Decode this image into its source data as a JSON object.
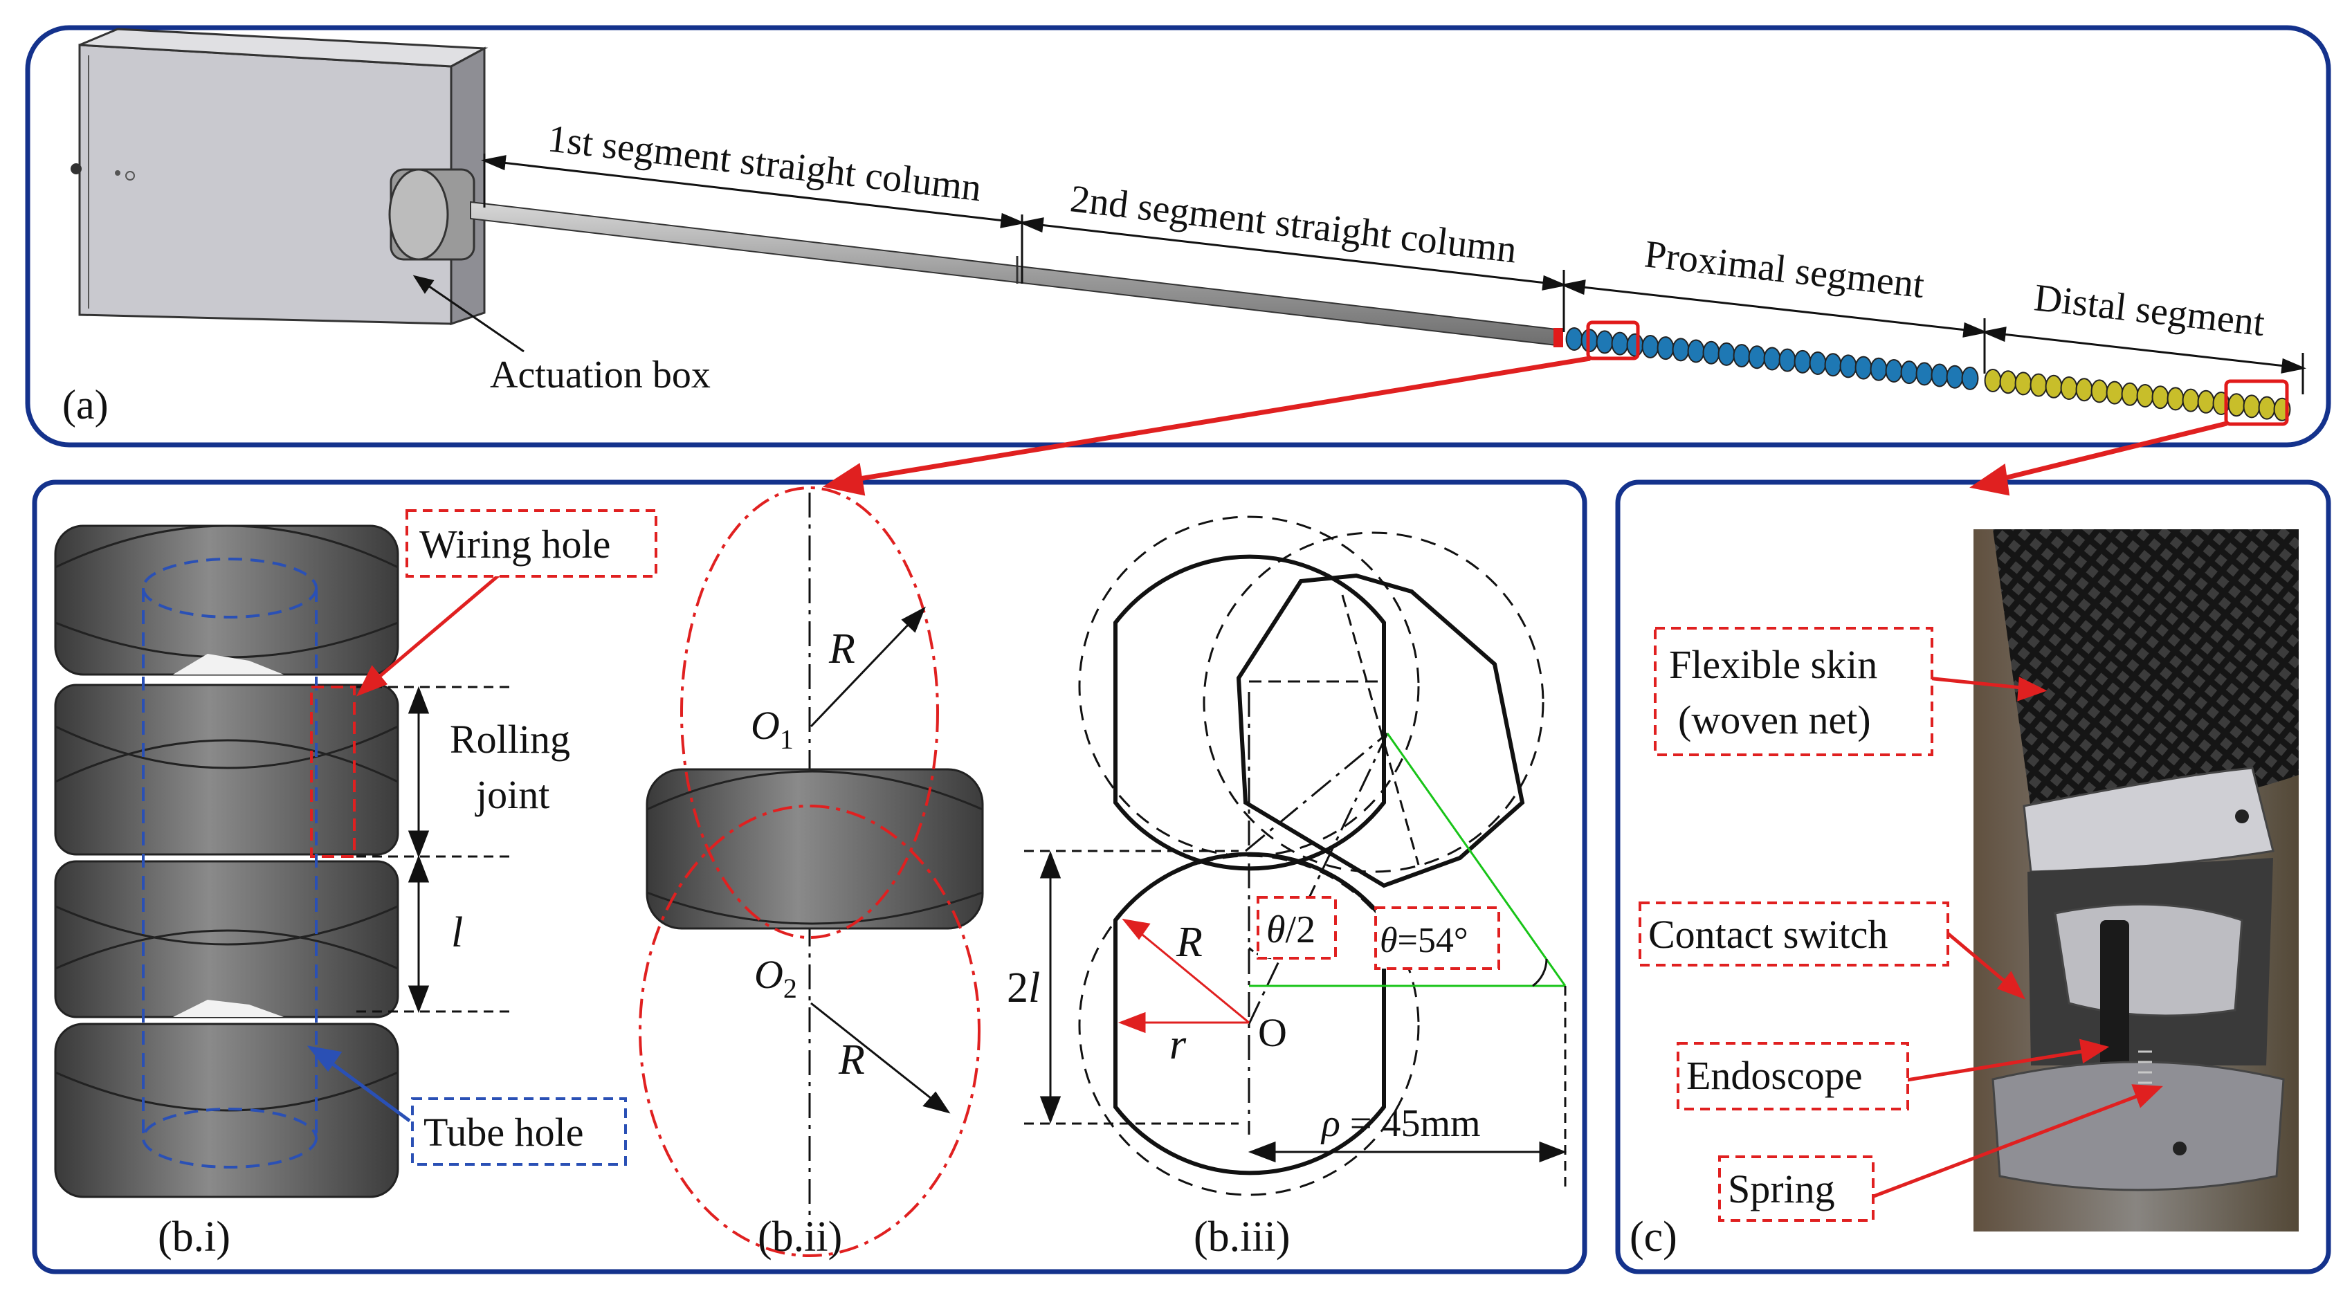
{
  "colors": {
    "frame": "#14328c",
    "highlight": "#e11a1a",
    "callout_red": "#e02020",
    "callout_blue": "#2a50b5",
    "proximal_joint": "#1e78b4",
    "distal_joint": "#c8be2a",
    "guide_green": "#18c418"
  },
  "panel_a": {
    "tag": "(a)",
    "actuation_box": "Actuation box",
    "seg1": "1st segment straight column",
    "seg2": "2nd segment straight column",
    "proximal": "Proximal segment",
    "distal": "Distal segment"
  },
  "panel_b": {
    "tag_i": "(b.i)",
    "tag_ii": "(b.ii)",
    "tag_iii": "(b.iii)",
    "wiring_hole": "Wiring hole",
    "rolling_joint_1": "Rolling",
    "rolling_joint_2": "joint",
    "length_l": "l",
    "tube_hole": "Tube hole",
    "R": "R",
    "O1": "O",
    "O1_sub": "1",
    "O2": "O",
    "O2_sub": "2",
    "theta_half_theta": "θ",
    "theta_half_rest": "/2",
    "theta_eq_theta": "θ",
    "theta_eq_rest": "=54°",
    "two_l_num": "2",
    "two_l_l": "l",
    "r": "r",
    "O": "O",
    "rho_sym": "ρ",
    "rho_rest": " = 45mm"
  },
  "panel_c": {
    "tag": "(c)",
    "flex_skin_1": "Flexible skin",
    "flex_skin_2": "(woven net)",
    "contact_switch": "Contact switch",
    "endoscope": "Endoscope",
    "spring": "Spring"
  }
}
